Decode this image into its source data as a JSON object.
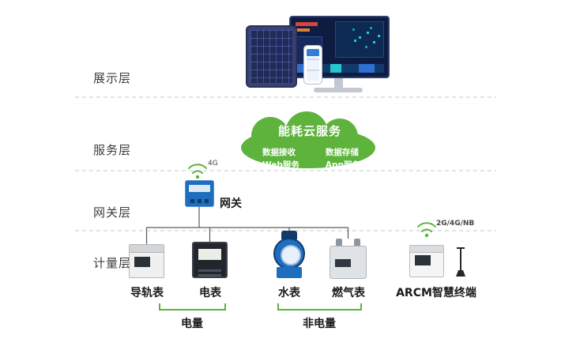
{
  "colors": {
    "green": "#5db33c",
    "blue": "#1e6ec0",
    "navy": "#0e1c42",
    "line": "#5a5a5a",
    "dash": "#c8c8c8"
  },
  "layers": [
    {
      "id": "display",
      "label": "展示层"
    },
    {
      "id": "service",
      "label": "服务层"
    },
    {
      "id": "gateway",
      "label": "网关层"
    },
    {
      "id": "metering",
      "label": "计量层"
    }
  ],
  "cloud": {
    "title": "能耗云服务",
    "left_items": [
      "数据接收",
      "Web服务"
    ],
    "right_items": [
      "数据存储",
      "App服务"
    ]
  },
  "gateway": {
    "label": "网关",
    "wireless_label": "4G"
  },
  "meters": [
    {
      "id": "din-rail-meter",
      "label": "导轨表"
    },
    {
      "id": "electric-meter",
      "label": "电表"
    },
    {
      "id": "water-meter",
      "label": "水表"
    },
    {
      "id": "gas-meter",
      "label": "燃气表"
    }
  ],
  "terminal": {
    "label": "ARCM智慧终端",
    "wireless_label": "2G/4G/NB"
  },
  "groups": [
    {
      "label": "电量"
    },
    {
      "label": "非电量"
    }
  ]
}
